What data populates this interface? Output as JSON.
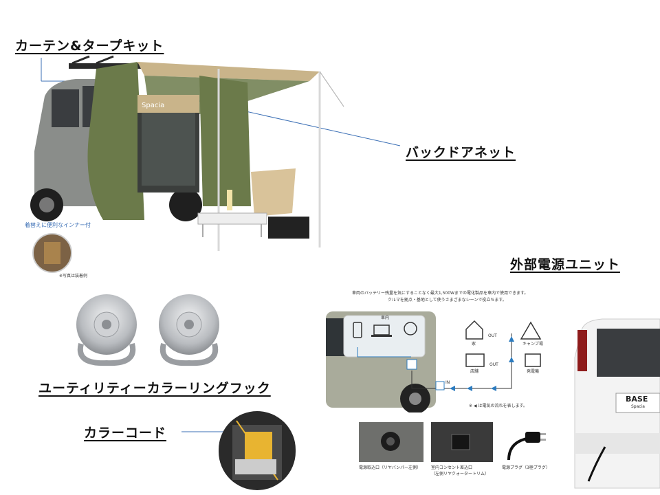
{
  "labels": {
    "curtain_tarp_kit": "カーテン&タープキット",
    "backdoor_net": "バックドアネット",
    "external_power_unit": "外部電源ユニット",
    "utility_ring_hook": "ユーティリティーカラーリングフック",
    "color_cord": "カラーコード"
  },
  "tent_panel": {
    "inner_note": "着替えに便利なインナー付",
    "tarp_brand": "Spacia",
    "caption_note": "※写真は装着例"
  },
  "power_panel": {
    "header_line1": "車両のバッテリー残量を気にすることなく最大1,500Wまでの電化製品を車内で使用できます。",
    "header_line2": "クルマを拠点・基地として使うさまざまなシーンで役立ちます。",
    "in_car": "車内",
    "home": "家",
    "camp": "キャンプ場",
    "shop": "店舗",
    "generator": "発電機",
    "out": "OUT",
    "in": "IN",
    "note": "※ ◀ は電気の流れを表します。",
    "caption1": "電源取込口（リヤバンパー左側）",
    "caption2": "室内コンセント差込口\n（左側リヤクォータートリム）",
    "caption3": "電源プラグ（3極プラグ）",
    "base_badge": "BASE",
    "base_sub": "Spacia"
  },
  "colors": {
    "leader": "#3b6fb5",
    "tarp_green": "#6b7a4a",
    "tarp_beige": "#c9b48a",
    "hook_gray": "#b9bcc0",
    "diagram_blue": "#2b7bbf",
    "cord_yellow": "#e8b431"
  }
}
